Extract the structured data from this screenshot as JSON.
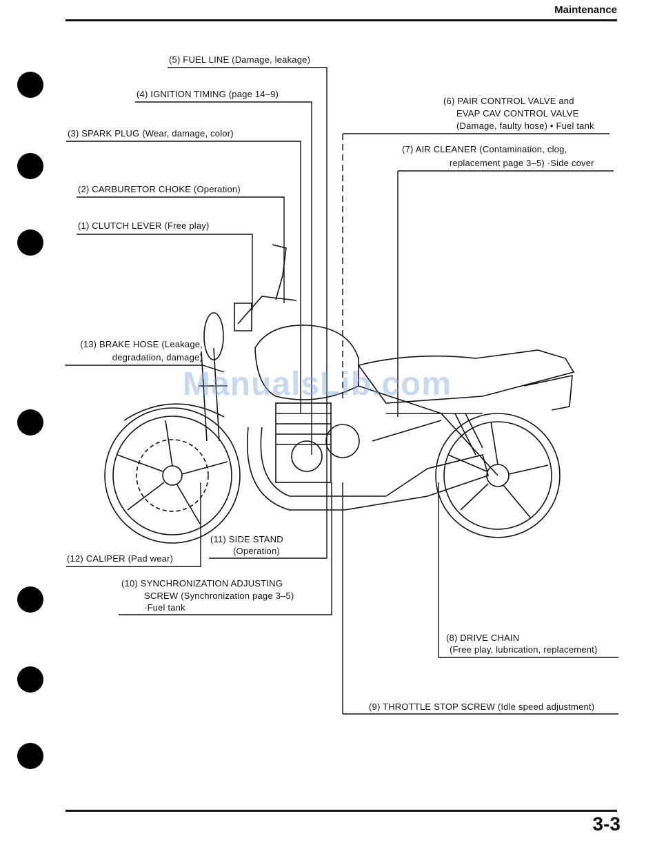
{
  "header": {
    "section_title": "Maintenance",
    "page_number": "3-3"
  },
  "labels": {
    "fuel_line": "(5) FUEL LINE (Damage, leakage)",
    "ignition_timing": "(4) IGNITION TIMING (page 14–9)",
    "spark_plug": "(3) SPARK PLUG (Wear, damage, color)",
    "carburetor_choke": "(2) CARBURETOR CHOKE (Operation)",
    "clutch_lever": "(1) CLUTCH LEVER (Free play)",
    "pair_valve_line1": "(6) PAIR CONTROL VALVE and",
    "pair_valve_line2": "EVAP CAV CONTROL VALVE",
    "pair_valve_line3": "(Damage, faulty hose) • Fuel tank",
    "air_cleaner_line1": "(7) AIR CLEANER (Contamination, clog,",
    "air_cleaner_line2": "replacement  page 3–5) ·Side cover",
    "brake_hose_line1": "(13) BRAKE HOSE (Leakage,",
    "brake_hose_line2": "degradation, damage)",
    "side_stand_line1": "(11) SIDE STAND",
    "side_stand_line2": "(Operation)",
    "caliper": "(12) CALIPER (Pad wear)",
    "sync_line1": "(10) SYNCHRONIZATION ADJUSTING",
    "sync_line2": "SCREW (Synchronization page 3–5)",
    "sync_line3": "·Fuel tank",
    "drive_chain_line1": "(8) DRIVE CHAIN",
    "drive_chain_line2": "(Free play, lubrication, replacement)",
    "throttle_stop": "(9) THROTTLE STOP SCREW (Idle speed adjustment)"
  },
  "watermark": "ManualsLib.com"
}
